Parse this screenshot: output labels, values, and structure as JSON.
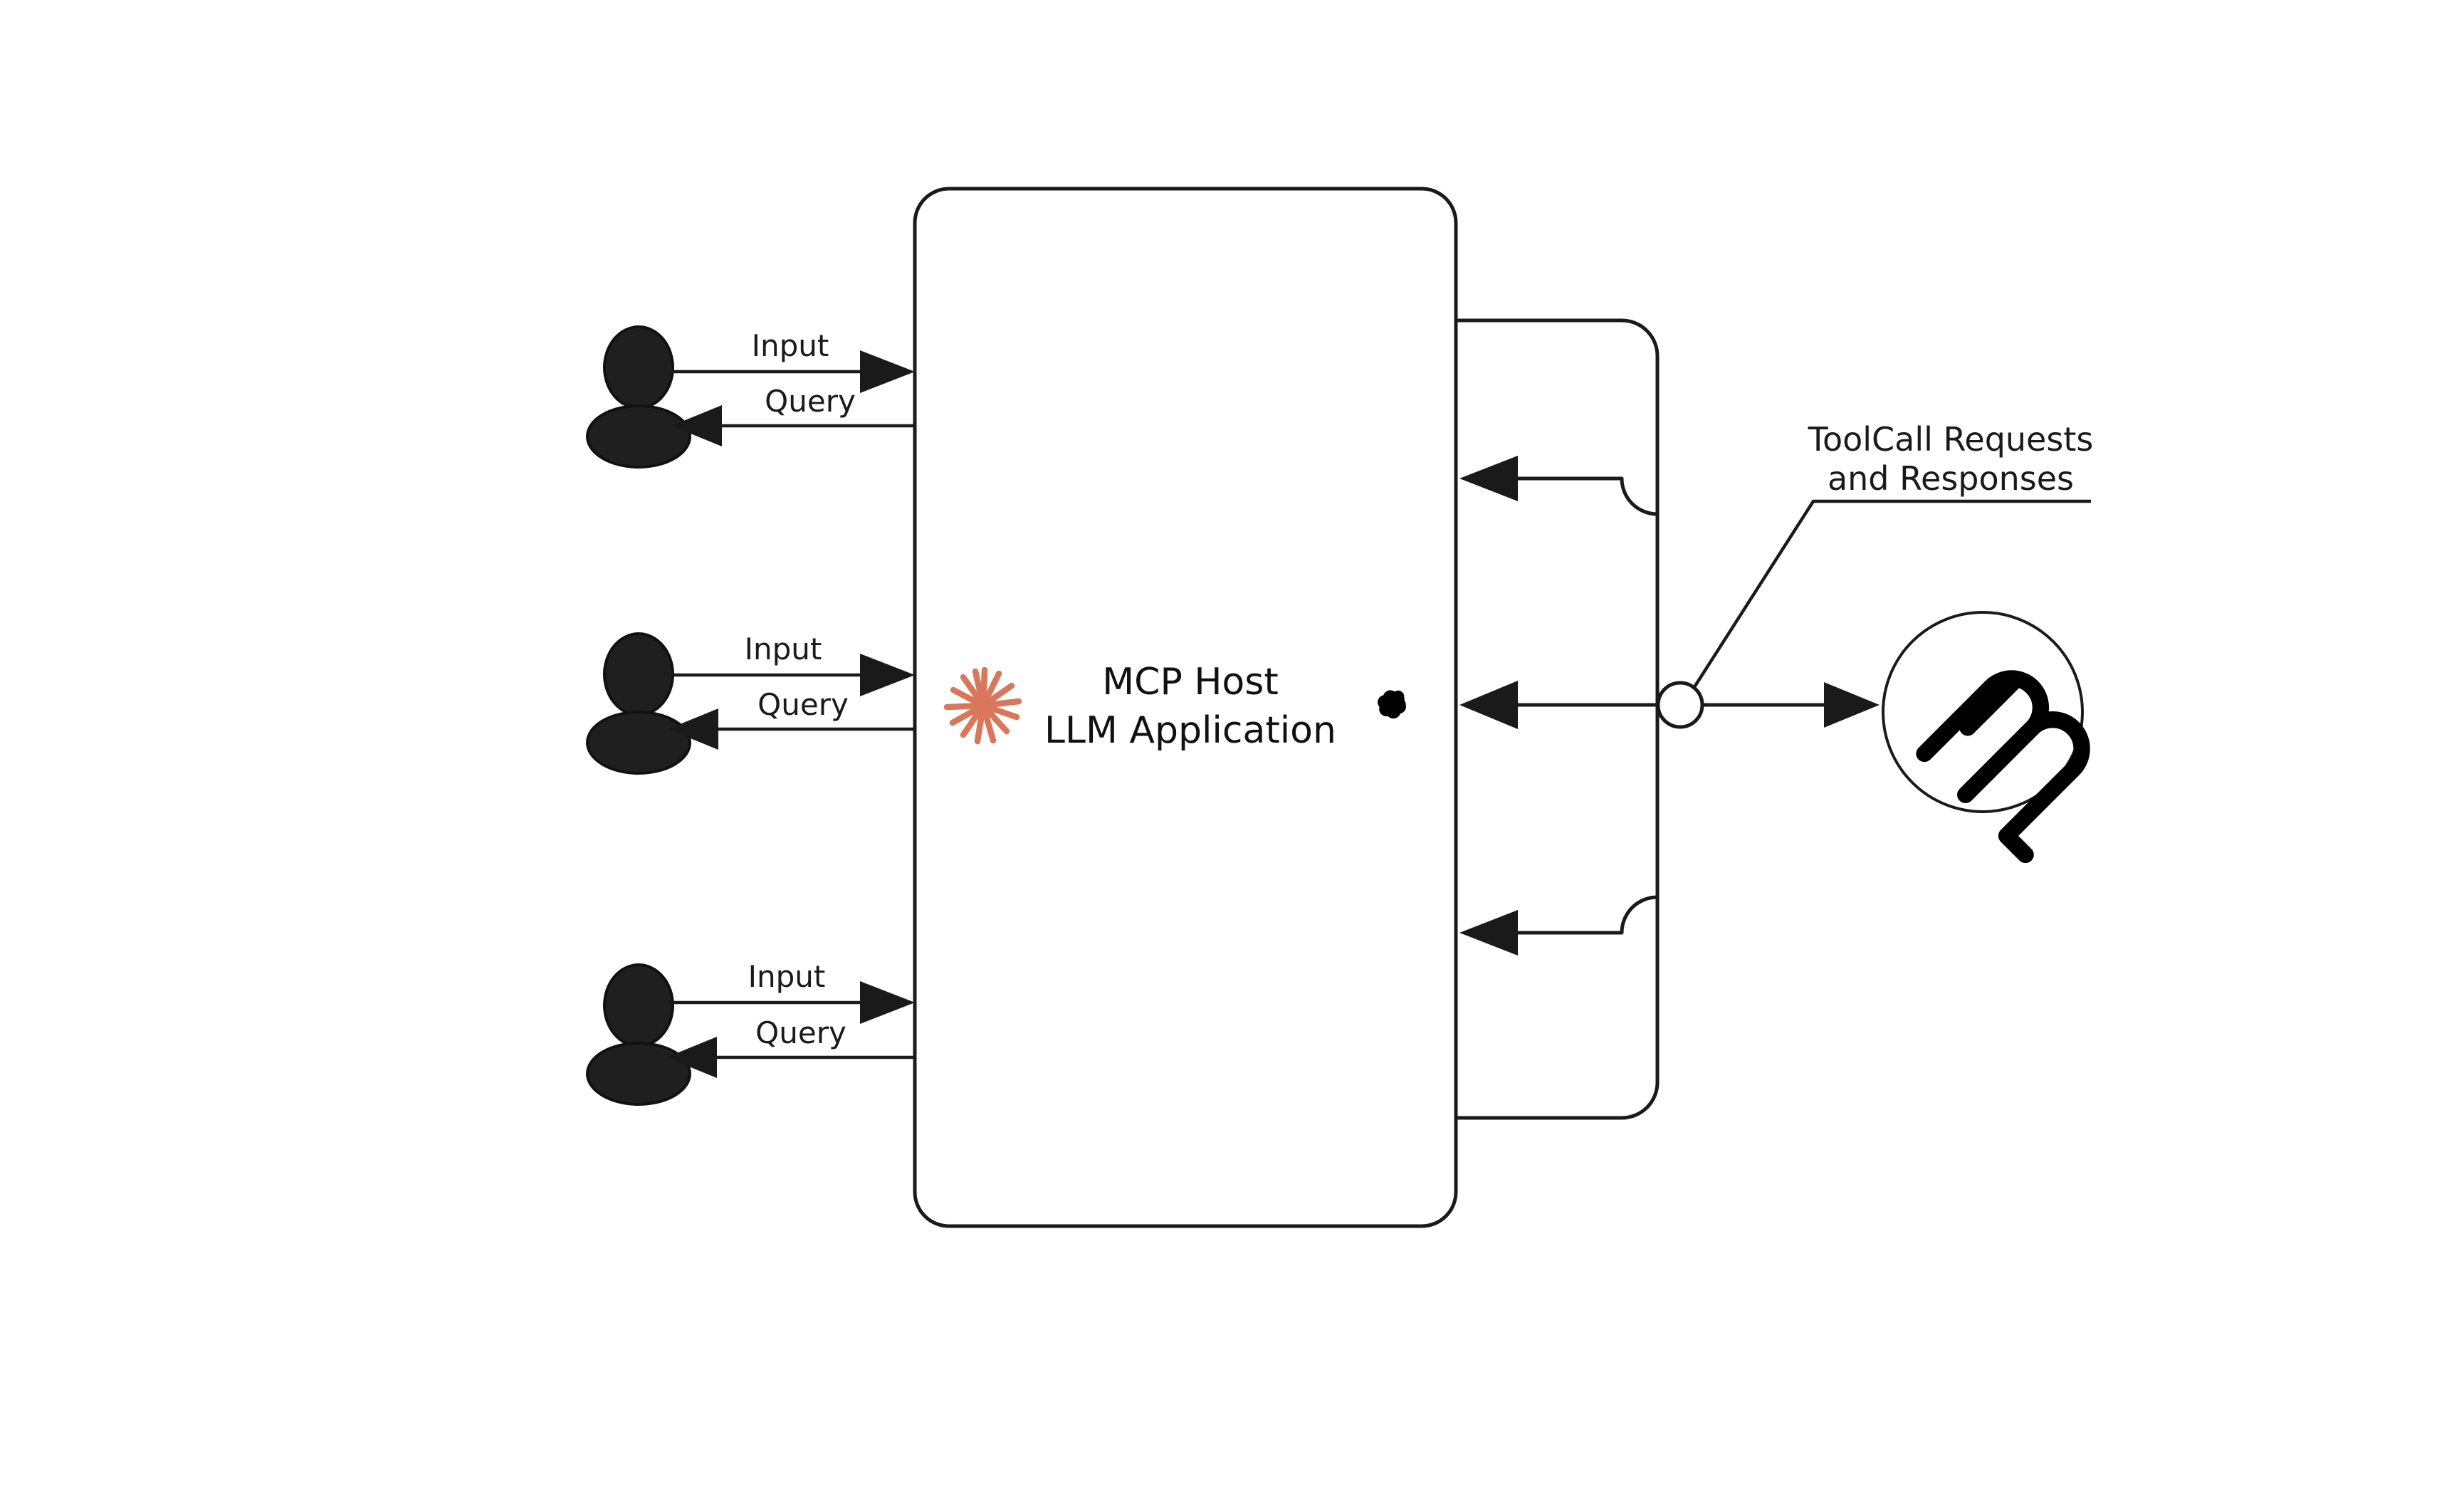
{
  "diagram": {
    "title_lines": [
      "MCP Host",
      "LLM Application"
    ],
    "background_color": "#ffffff",
    "line_color": "#1a1a1a",
    "accent_color": "#d9775c",
    "host_node": {
      "name": "MCP Host LLM Application",
      "line1": "MCP Host",
      "line2": "LLM Application",
      "left_icon": "claude-starburst-icon",
      "right_icon": "openai-logo-icon"
    },
    "users": [
      {
        "id": "user-1",
        "icon": "user-person-icon",
        "outgoing_label": "Input",
        "incoming_label": "Query"
      },
      {
        "id": "user-2",
        "icon": "user-person-icon",
        "outgoing_label": "Input",
        "incoming_label": "Query"
      },
      {
        "id": "user-3",
        "icon": "user-person-icon",
        "outgoing_label": "Input",
        "incoming_label": "Query"
      }
    ],
    "callout": {
      "line1": "ToolCall Requests",
      "line2": "and Responses",
      "target_icon": "mcp-server-logo-icon"
    },
    "junction": {
      "name": "toolcall-junction-node"
    }
  }
}
